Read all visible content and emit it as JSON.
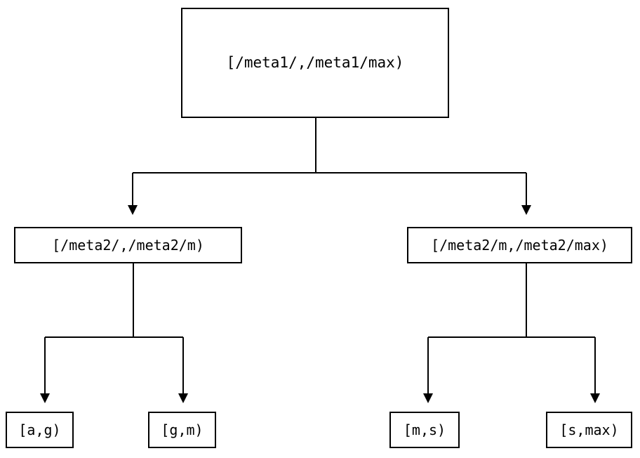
{
  "diagram": {
    "type": "binary-interval-tree",
    "orientation": "top-down",
    "levels": 3,
    "colors": {
      "background": "#ffffff",
      "node_border": "#000000",
      "node_fill": "#ffffff",
      "edge": "#000000",
      "text": "#000000"
    },
    "nodes": {
      "root": {
        "id": "root",
        "label": "[/meta1/,/meta1/max)"
      },
      "mid_left": {
        "id": "mid-left",
        "label": "[/meta2/,/meta2/m)"
      },
      "mid_right": {
        "id": "mid-right",
        "label": "[/meta2/m,/meta2/max)"
      },
      "leaves": [
        {
          "id": "leaf-a-g",
          "label": "[a,g)"
        },
        {
          "id": "leaf-g-m",
          "label": "[g,m)"
        },
        {
          "id": "leaf-m-s",
          "label": "[m,s)"
        },
        {
          "id": "leaf-s-max",
          "label": "[s,max)"
        }
      ]
    },
    "edges": [
      {
        "from": "root",
        "to": "mid-left",
        "arrow": "triangle-down"
      },
      {
        "from": "root",
        "to": "mid-right",
        "arrow": "triangle-down"
      },
      {
        "from": "mid-left",
        "to": "leaf-a-g",
        "arrow": "triangle-down"
      },
      {
        "from": "mid-left",
        "to": "leaf-g-m",
        "arrow": "triangle-down"
      },
      {
        "from": "mid-right",
        "to": "leaf-m-s",
        "arrow": "triangle-down"
      },
      {
        "from": "mid-right",
        "to": "leaf-s-max",
        "arrow": "triangle-down"
      }
    ]
  }
}
